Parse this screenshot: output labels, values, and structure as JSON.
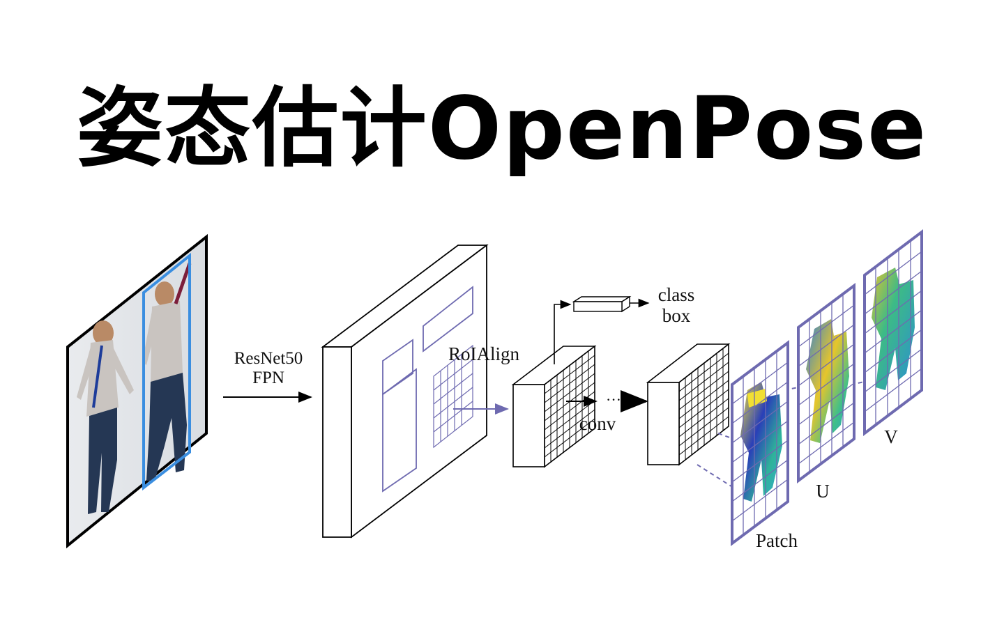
{
  "title": "姿态估计OpenPose",
  "diagram": {
    "backbone_label_line1": "ResNet50",
    "backbone_label_line2": "FPN",
    "roi_label": "RoIAlign",
    "head_label": "conv",
    "ellipsis": "···",
    "outputs_line1": "class",
    "outputs_line2": "box",
    "maps": [
      "Patch",
      "U",
      "V"
    ]
  },
  "colors": {
    "box_outline": "#6e6ab0",
    "line": "#000000",
    "bg": "#ffffff"
  }
}
